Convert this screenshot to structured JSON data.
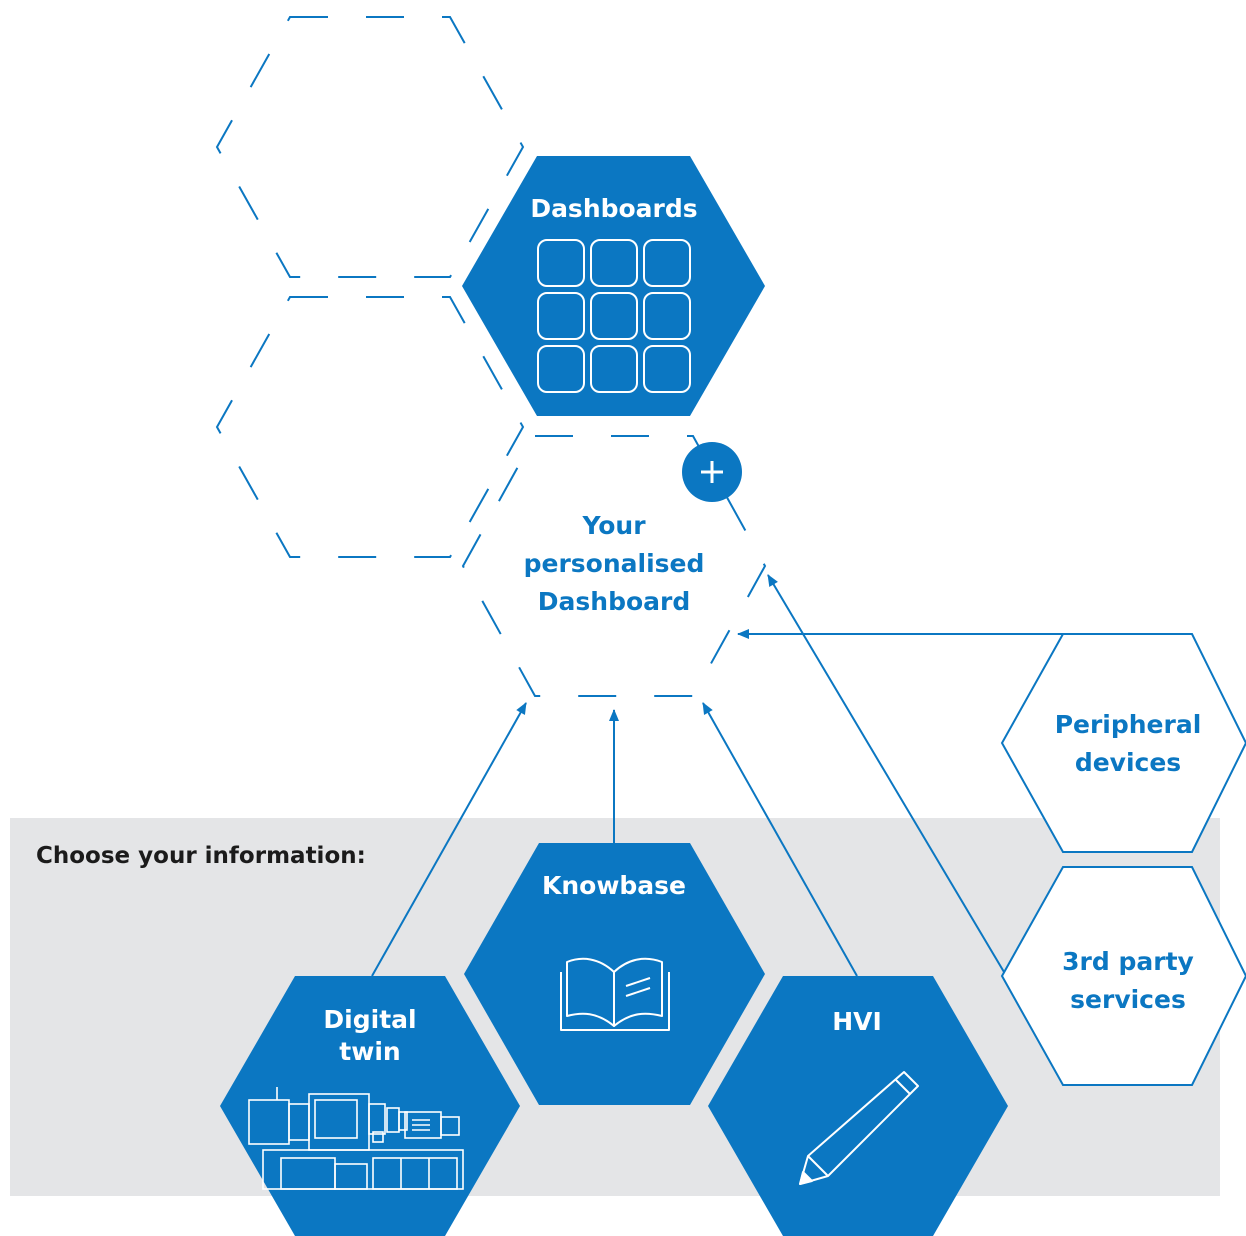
{
  "panel": {
    "heading": "Choose your information:"
  },
  "colors": {
    "brand_blue": "#0b77c2",
    "panel_gray": "#e4e5e7",
    "white": "#ffffff"
  },
  "center": {
    "lines": [
      "Your",
      "personalised",
      "Dashboard"
    ],
    "add_icon": "plus-icon"
  },
  "tiles": {
    "dashboards": {
      "label": "Dashboards",
      "icon": "grid-icon"
    },
    "knowbase": {
      "label": "Knowbase",
      "icon": "book-icon"
    },
    "digital_twin": {
      "lines": [
        "Digital",
        "twin"
      ],
      "icon": "machine-icon"
    },
    "hvi": {
      "label": "HVI",
      "icon": "pencil-icon"
    },
    "peripheral": {
      "lines": [
        "Peripheral",
        "devices"
      ]
    },
    "third_party": {
      "lines": [
        "3rd party",
        "services"
      ]
    }
  }
}
